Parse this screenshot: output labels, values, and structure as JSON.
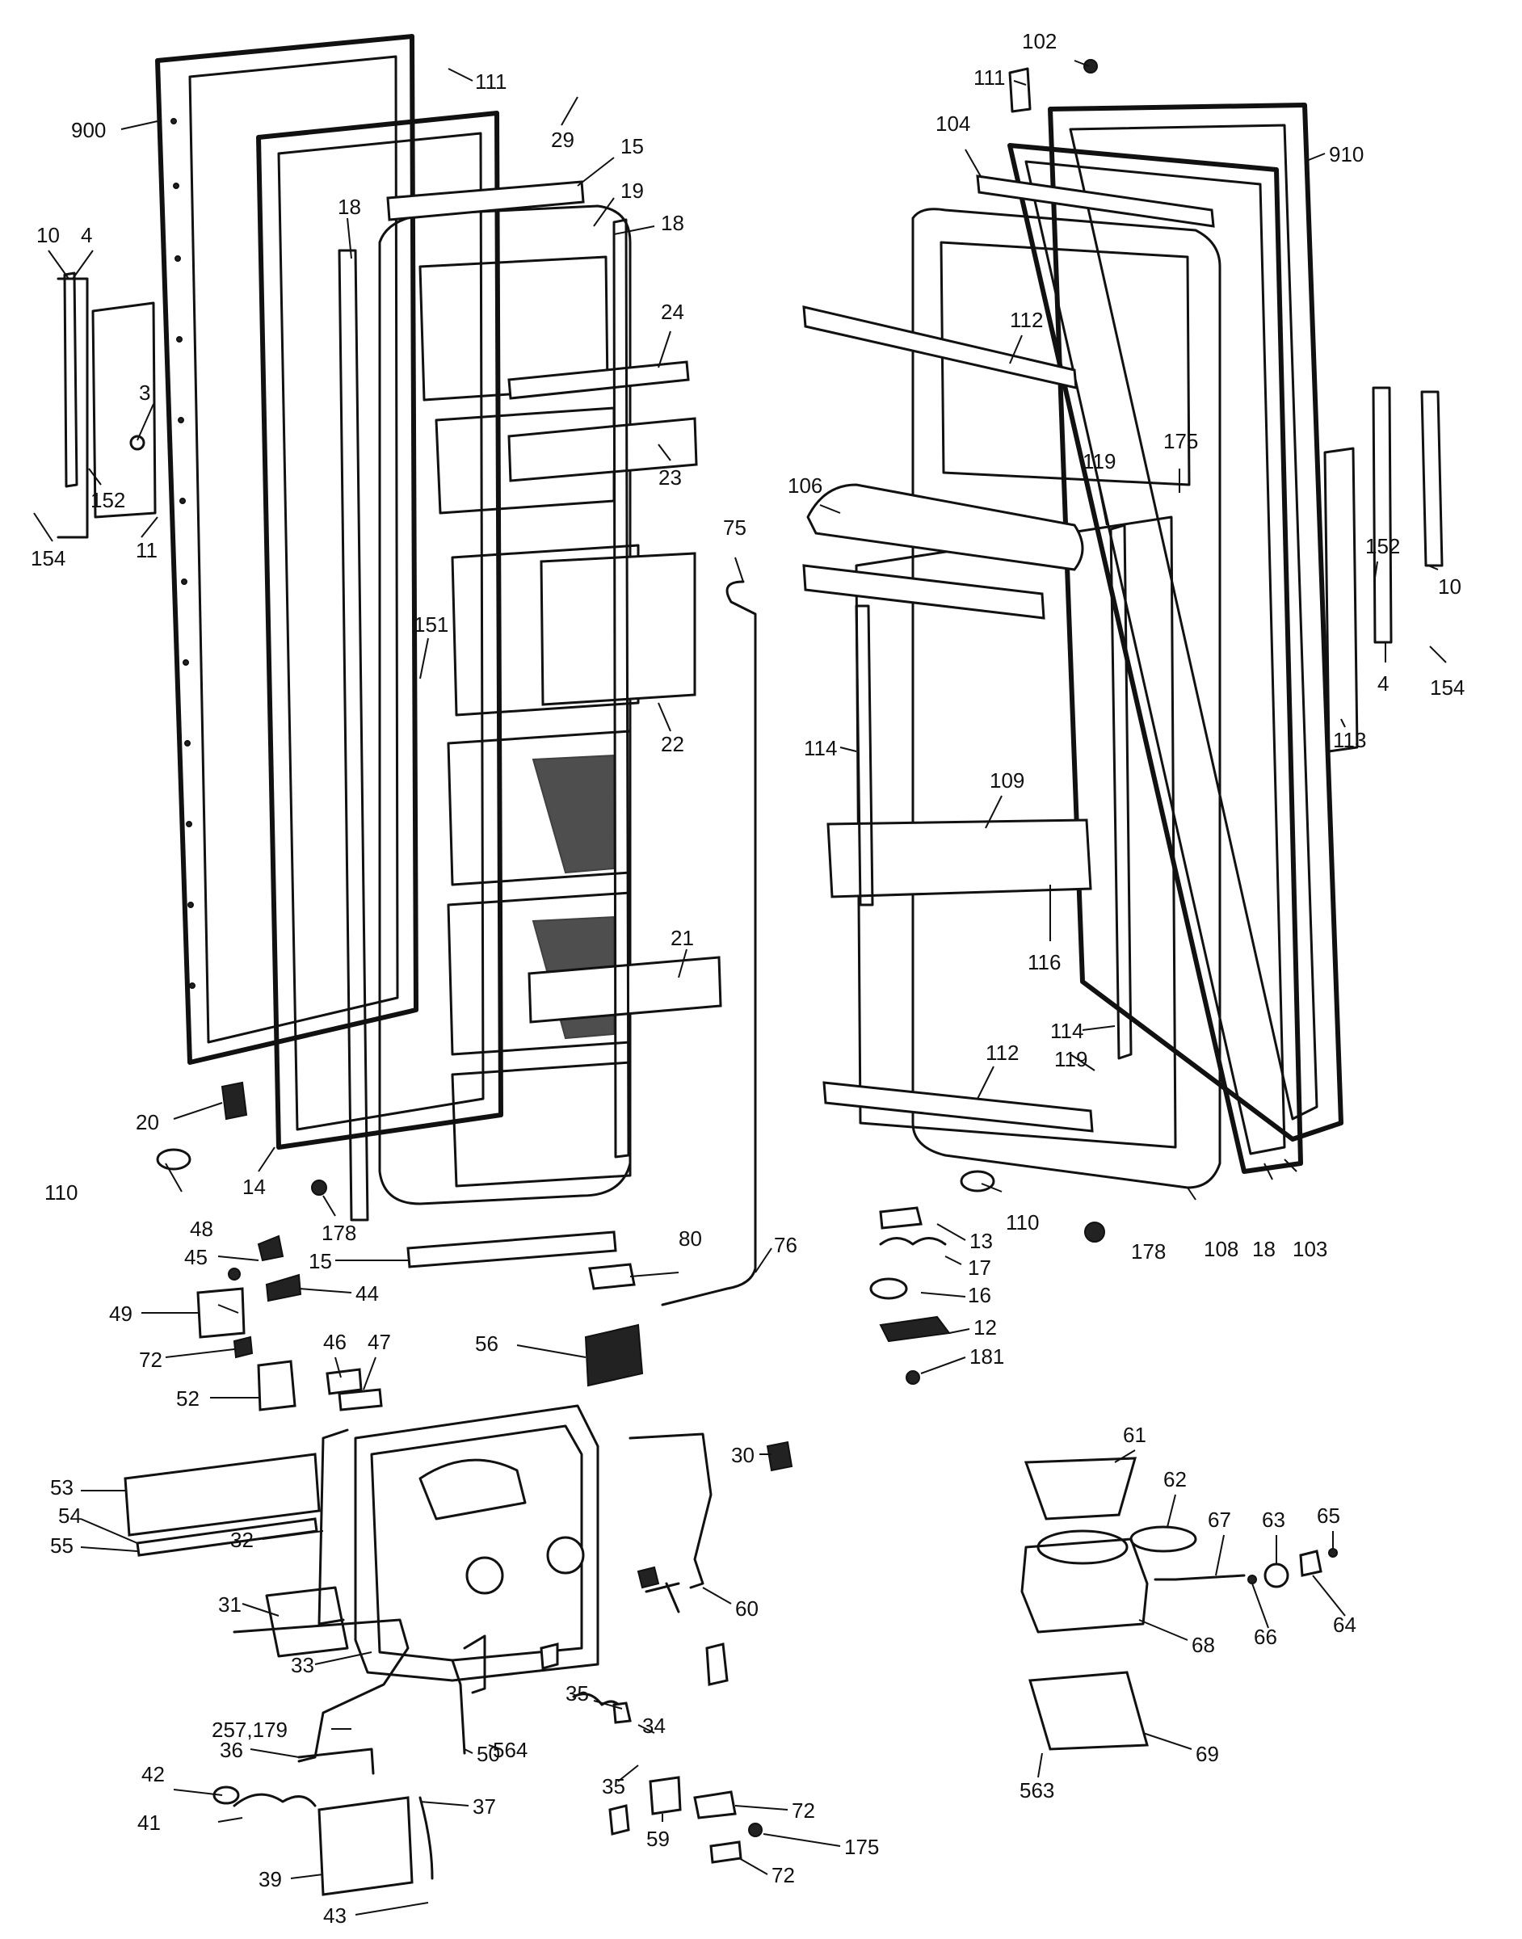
{
  "colors": {
    "ink": "#111111",
    "paper": "#ffffff"
  },
  "callouts": [
    "900",
    "111",
    "29",
    "15",
    "19",
    "18",
    "18",
    "24",
    "23",
    "22",
    "151",
    "21",
    "20",
    "14",
    "178",
    "15",
    "110",
    "10",
    "4",
    "3",
    "11",
    "152",
    "154",
    "75",
    "80",
    "76",
    "102",
    "111",
    "104",
    "910",
    "112",
    "106",
    "175",
    "119",
    "152",
    "10",
    "4",
    "154",
    "113",
    "114",
    "109",
    "116",
    "114",
    "119",
    "112",
    "110",
    "178",
    "108",
    "18",
    "103",
    "13",
    "17",
    "16",
    "12",
    "181",
    "48",
    "45",
    "44",
    "49",
    "72",
    "46",
    "47",
    "56",
    "52",
    "53",
    "54",
    "55",
    "32",
    "31",
    "33",
    "30",
    "60",
    "35",
    "34",
    "35",
    "564",
    "257,179",
    "36",
    "50",
    "42",
    "41",
    "37",
    "39",
    "43",
    "59",
    "72",
    "175",
    "72",
    "61",
    "62",
    "67",
    "63",
    "65",
    "68",
    "66",
    "64",
    "69",
    "563"
  ]
}
